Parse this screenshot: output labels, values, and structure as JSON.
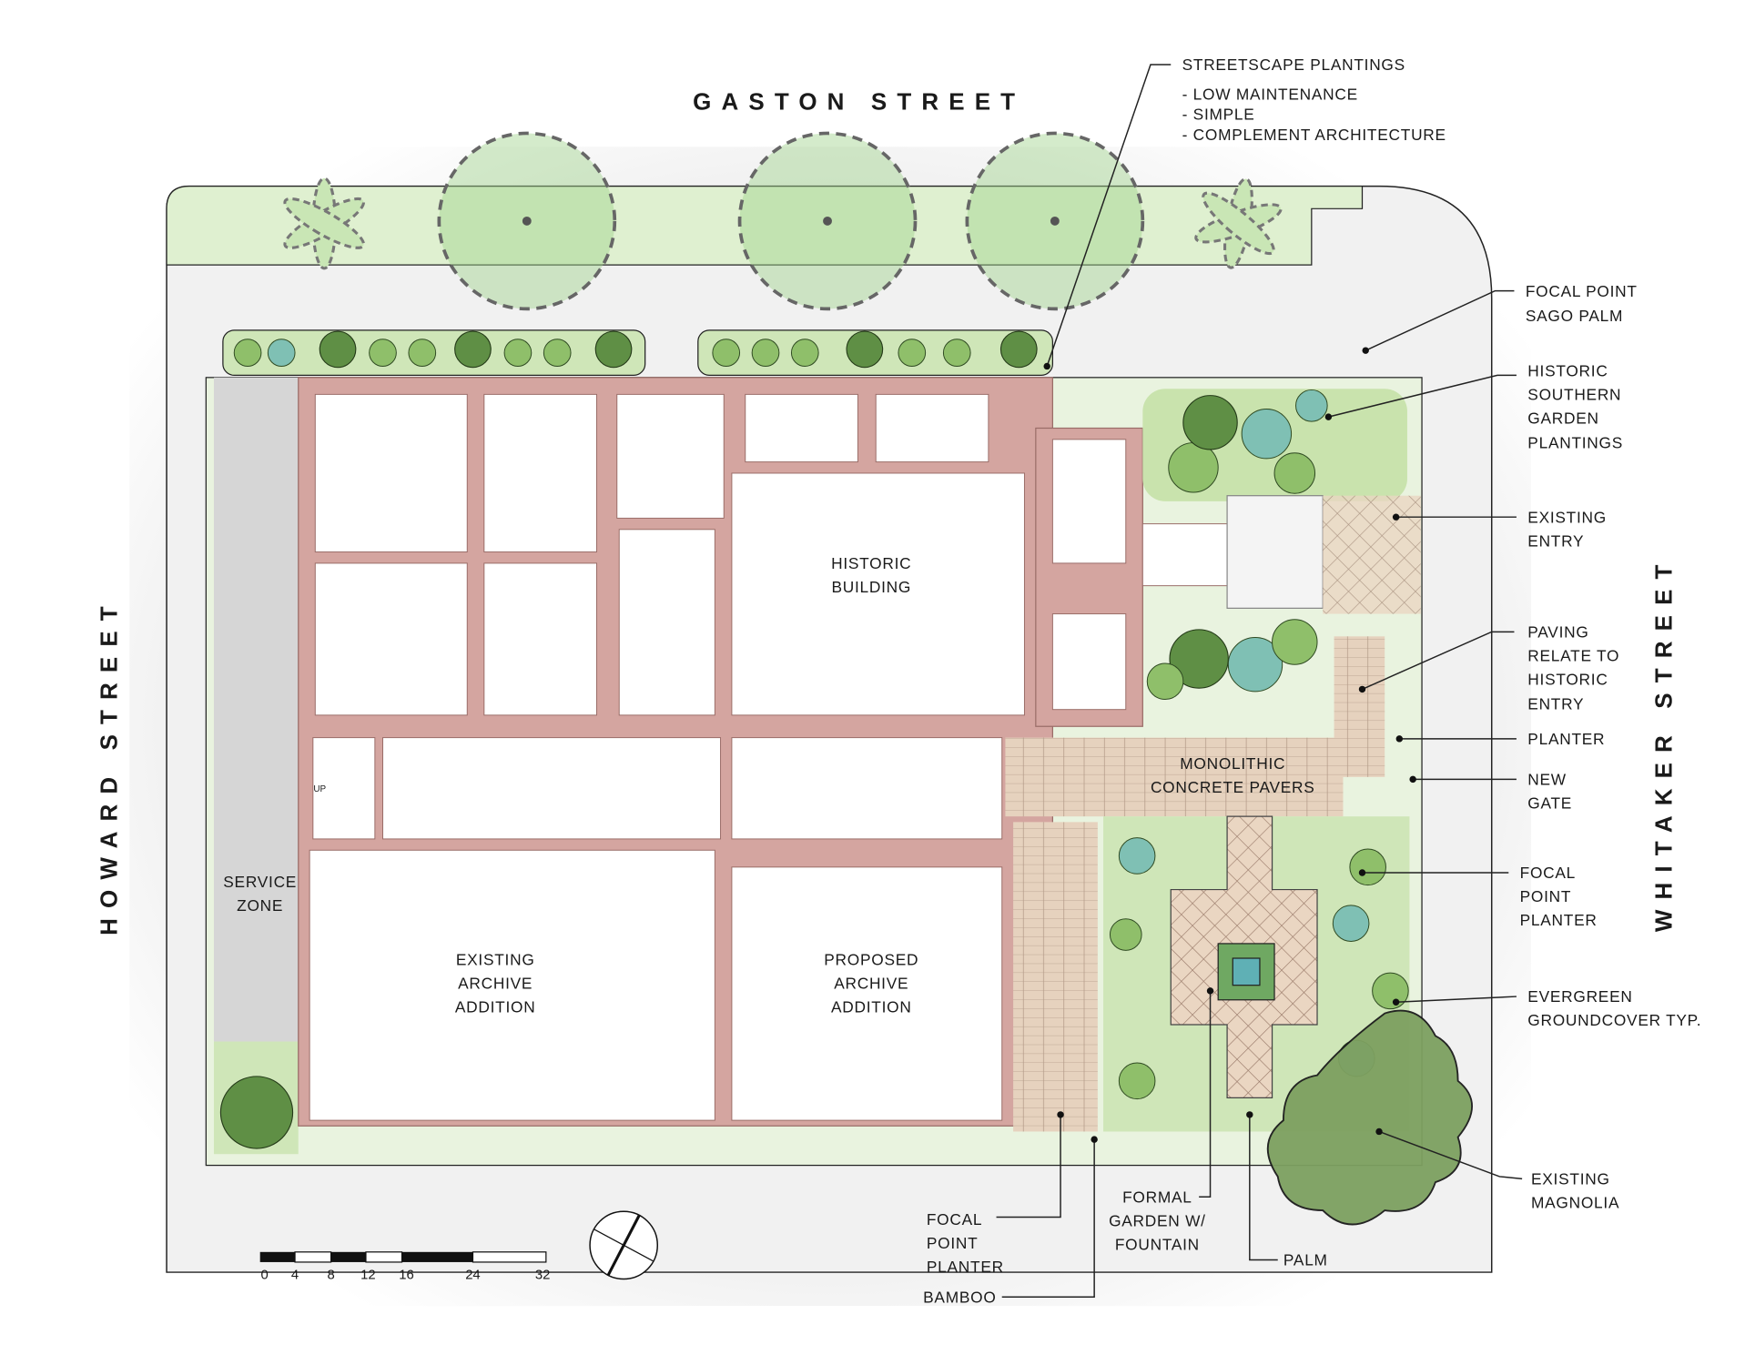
{
  "streets": {
    "north": "GASTON STREET",
    "west": "HOWARD STREET",
    "east": "WHITAKER STREET"
  },
  "rooms": {
    "historic_building": [
      "HISTORIC",
      "BUILDING"
    ],
    "existing_archive": [
      "EXISTING",
      "ARCHIVE",
      "ADDITION"
    ],
    "proposed_archive": [
      "PROPOSED",
      "ARCHIVE",
      "ADDITION"
    ],
    "service_zone": [
      "SERVICE",
      "ZONE"
    ],
    "pavers": [
      "MONOLITHIC",
      "CONCRETE PAVERS"
    ],
    "stair_up": "UP"
  },
  "callouts": {
    "streetscape": {
      "title": "STREETSCAPE PLANTINGS",
      "bullets": [
        "- LOW MAINTENANCE",
        "- SIMPLE",
        "- COMPLEMENT ARCHITECTURE"
      ]
    },
    "sago_palm": [
      "FOCAL POINT",
      "SAGO PALM"
    ],
    "southern_garden": [
      "HISTORIC",
      "SOUTHERN",
      "GARDEN",
      "PLANTINGS"
    ],
    "existing_entry": [
      "EXISTING",
      "ENTRY"
    ],
    "paving": [
      "PAVING",
      "RELATE TO",
      "HISTORIC",
      "ENTRY"
    ],
    "planter": [
      "PLANTER"
    ],
    "new_gate": [
      "NEW",
      "GATE"
    ],
    "focal_planter_east": [
      "FOCAL",
      "POINT",
      "PLANTER"
    ],
    "evergreen": [
      "EVERGREEN",
      "GROUNDCOVER TYP."
    ],
    "magnolia": [
      "EXISTING",
      "MAGNOLIA"
    ],
    "palm": [
      "PALM"
    ],
    "formal_garden": [
      "FORMAL",
      "GARDEN W/",
      "FOUNTAIN"
    ],
    "focal_planter_south": [
      "FOCAL",
      "POINT",
      "PLANTER"
    ],
    "bamboo": [
      "BAMBOO"
    ]
  },
  "scale_bar": {
    "ticks": [
      "0",
      "4",
      "8",
      "12",
      "16",
      "24",
      "32"
    ]
  },
  "colors": {
    "walls": "#d4a5a0",
    "lawn": "#dff0d0",
    "paving": "#e8d3bf",
    "foliage": "#8fbf6a",
    "teal_shrubs": "#7fc0b4"
  }
}
